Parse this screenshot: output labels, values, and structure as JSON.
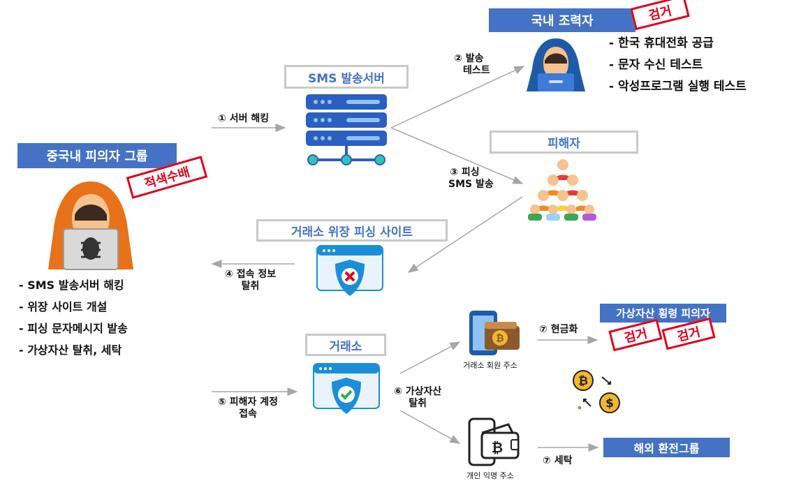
{
  "china_group": {
    "title": "중국내 피의자 그룹",
    "stamp": "적색수배",
    "items": [
      "- SMS 발송서버 해킹",
      "- 위장 사이트 개설",
      "- 피싱 문자메시지 발송",
      "- 가상자산 탈취, 세탁"
    ]
  },
  "domestic": {
    "title": "국내 조력자",
    "stamp": "검거",
    "items": [
      "- 한국 휴대전화 공급",
      "- 문자 수신 테스트",
      "- 악성프로그램 실행 테스트"
    ]
  },
  "sms_server": {
    "title": "SMS 발송서버"
  },
  "victims": {
    "title": "피해자"
  },
  "fake_site": {
    "title": "거래소 위장 피싱 사이트"
  },
  "exchange": {
    "title": "거래소"
  },
  "suspects": {
    "title": "가상자산 횡령 피의자",
    "stamps": [
      "검거",
      "검거"
    ]
  },
  "overseas": {
    "title": "해외 환전그룹"
  },
  "captions": {
    "exchange_account": "거래소 회원 주소",
    "personal_wallet": "개인 익명 주소"
  },
  "steps": {
    "s1": "① 서버 해킹",
    "s2_line1": "② 발송",
    "s2_line2": "테스트",
    "s3_line1": "③ 피싱",
    "s3_line2": "SMS 발송",
    "s4_line1": "④ 접속 정보",
    "s4_line2": "탈취",
    "s5_line1": "⑤ 피해자 계정",
    "s5_line2": "접속",
    "s6_line1": "⑥ 가상자산",
    "s6_line2": "탈취",
    "s7a": "⑦ 현금화",
    "s7b": "⑦ 세탁"
  },
  "colors": {
    "blue": "#4472c4",
    "stamp_red": "#e0001b",
    "arrow": "#a6a6a6",
    "hood": "#e8711a",
    "shield": "#1a8fd8"
  }
}
